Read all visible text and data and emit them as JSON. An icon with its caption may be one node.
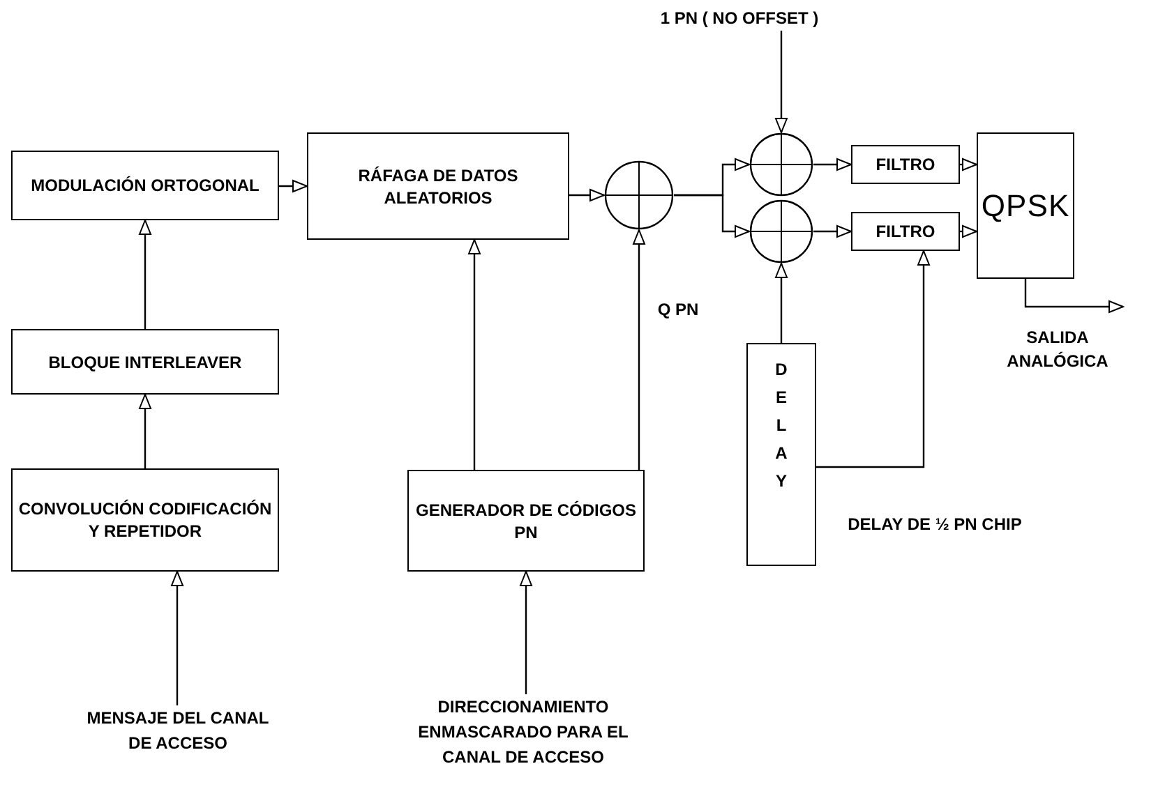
{
  "diagram": {
    "nodes": [
      {
        "text": [
          "1 PN ( NO OFFSET )"
        ]
      },
      {
        "text": [
          "MODULACIÓN ORTOGONAL"
        ]
      },
      {
        "text": [
          "RÁFAGA DE DATOS ALEATORIOS"
        ]
      },
      {
        "text": [],
        "shape": "circle"
      },
      {
        "text": [],
        "shape": "circle"
      },
      {
        "text": [],
        "shape": "circle"
      },
      {
        "text": [
          "FILTRO"
        ]
      },
      {
        "text": [
          "FILTRO"
        ]
      },
      {
        "text": [
          "QPSK"
        ]
      },
      {
        "text": [
          "BLOQUE INTERLEAVER"
        ]
      },
      {
        "text": [
          "CONVOLUCIÓN CODIFICACIÓN Y REPETIDOR"
        ]
      },
      {
        "text": [
          "GENERADOR DE CÓDIGOS PN"
        ]
      },
      {
        "text": [
          "DELAY"
        ]
      },
      {
        "text": [
          "MENSAJE DEL CANAL DE ACCESO"
        ]
      },
      {
        "text": [
          "DIRECCIONAMIENTO ENMASCARADO PARA EL CANAL DE ACCESO"
        ]
      }
    ],
    "edges": [
      {
        "from": 0,
        "to": 4,
        "arrow": "to"
      },
      {
        "from": 1,
        "to": 2,
        "arrow": "to"
      },
      {
        "from": 2,
        "to": 3,
        "arrow": "to"
      },
      {
        "from": 3,
        "to": 4,
        "arrow": "to"
      },
      {
        "from": 3,
        "to": 5,
        "arrow": "to"
      },
      {
        "from": 4,
        "to": 6,
        "arrow": "to"
      },
      {
        "from": 5,
        "to": 7,
        "arrow": "to"
      },
      {
        "from": 6,
        "to": 8,
        "arrow": "to"
      },
      {
        "from": 7,
        "to": 8,
        "arrow": "to"
      },
      {
        "from": 9,
        "to": 1,
        "arrow": "to"
      },
      {
        "from": 10,
        "to": 9,
        "arrow": "to"
      },
      {
        "from": 11,
        "to": 2,
        "arrow": "to"
      },
      {
        "from": 11,
        "to": 3,
        "arrow": "to"
      },
      {
        "from": 12,
        "to": 5,
        "arrow": "to"
      },
      {
        "from": 12,
        "to": 7,
        "arrow": "to"
      },
      {
        "from": 13,
        "to": 10,
        "arrow": "to"
      },
      {
        "from": 14,
        "to": 11,
        "arrow": "to"
      },
      {
        "from": 8,
        "to": null,
        "arrow": "to"
      }
    ],
    "labels": [
      "Q PN",
      "SALIDA ANALÓGICA",
      "DELAY DE ½ PN CHIP"
    ]
  }
}
